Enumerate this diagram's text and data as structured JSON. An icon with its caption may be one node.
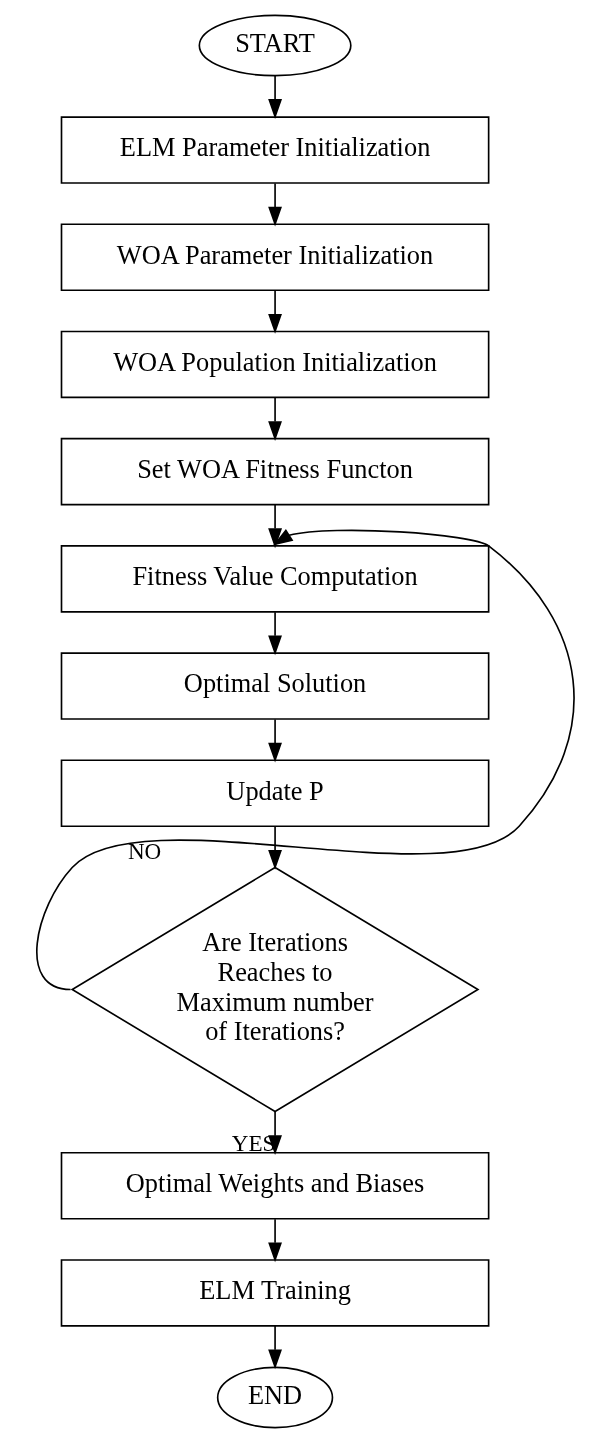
{
  "diagram": {
    "nodes": [
      {
        "text": [
          "START"
        ]
      },
      {
        "text": [
          "ELM Parameter Initialization"
        ]
      },
      {
        "text": [
          "WOA Parameter Initialization"
        ]
      },
      {
        "text": [
          "WOA Population Initialization"
        ]
      },
      {
        "text": [
          "Set WOA Fitness Functon"
        ]
      },
      {
        "text": [
          "Fitness Value Computation"
        ]
      },
      {
        "text": [
          "Optimal Solution"
        ]
      },
      {
        "text": [
          "Update P"
        ]
      },
      {
        "text": [
          "Are Iterations Reaches to Maximum number of Iterations?"
        ]
      },
      {
        "text": [
          "Optimal Weights and Biases"
        ]
      },
      {
        "text": [
          "ELM Training"
        ]
      },
      {
        "text": [
          "END"
        ]
      }
    ],
    "edges": [
      {
        "from": 0,
        "to": 1,
        "arrow": "to"
      },
      {
        "from": 1,
        "to": 2,
        "arrow": "to"
      },
      {
        "from": 2,
        "to": 3,
        "arrow": "to"
      },
      {
        "from": 3,
        "to": 4,
        "arrow": "to"
      },
      {
        "from": 4,
        "to": 5,
        "arrow": "to"
      },
      {
        "from": 5,
        "to": 6,
        "arrow": "to"
      },
      {
        "from": 6,
        "to": 7,
        "arrow": "to"
      },
      {
        "from": 7,
        "to": 8,
        "arrow": "to"
      },
      {
        "from": 8,
        "to": 5,
        "arrow": "to",
        "label": "NO"
      },
      {
        "from": 8,
        "to": 9,
        "arrow": "to",
        "label": "YES"
      },
      {
        "from": 9,
        "to": 10,
        "arrow": "to"
      },
      {
        "from": 10,
        "to": 11,
        "arrow": "to"
      }
    ]
  }
}
